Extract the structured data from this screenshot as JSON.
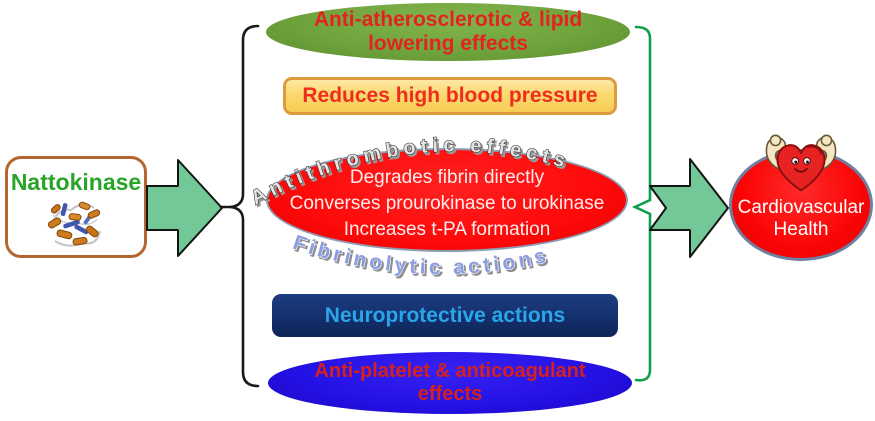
{
  "source": {
    "title": "Nattokinase",
    "icon": "protein-ribbon-structure"
  },
  "effects": [
    {
      "label": "Anti-atherosclerotic & lipid lowering effects"
    },
    {
      "label": "Reduces high blood pressure"
    },
    {
      "arc_top": "Antithrombotic effects",
      "lines": [
        "Degrades fibrin directly",
        "Converses prourokinase to urokinase",
        "Increases t-PA formation"
      ],
      "arc_bottom": "Fibrinolytic actions"
    },
    {
      "label": "Neuroprotective actions"
    },
    {
      "label": "Anti-platelet & anticoagulant effects"
    }
  ],
  "outcome": {
    "label": "Cardiovascular Health",
    "icon": "strong-heart-with-muscle-arms"
  },
  "colors": {
    "source_border": "#b5652f",
    "source_text_green": "#28a428",
    "arrow_green": "#72c997",
    "brace_left_black": "#1a1a1a",
    "bracket_right_green": "#0ca04e",
    "effect_green": "#6fa33c",
    "effect_yellow": "#fbd96f",
    "effect_yellow_border": "#e09a3e",
    "effect_red": "#fe0a0a",
    "effect_navy": "#132f6b",
    "effect_blue": "#2310e3",
    "red_text": "#e42320",
    "neuro_text_blue": "#2aa6e8",
    "white_text": "#ffffff",
    "arc_bottom_text_blue": "#8b9de0",
    "outcome_fill": "#fb0505",
    "outcome_border": "#6f7fa0"
  }
}
